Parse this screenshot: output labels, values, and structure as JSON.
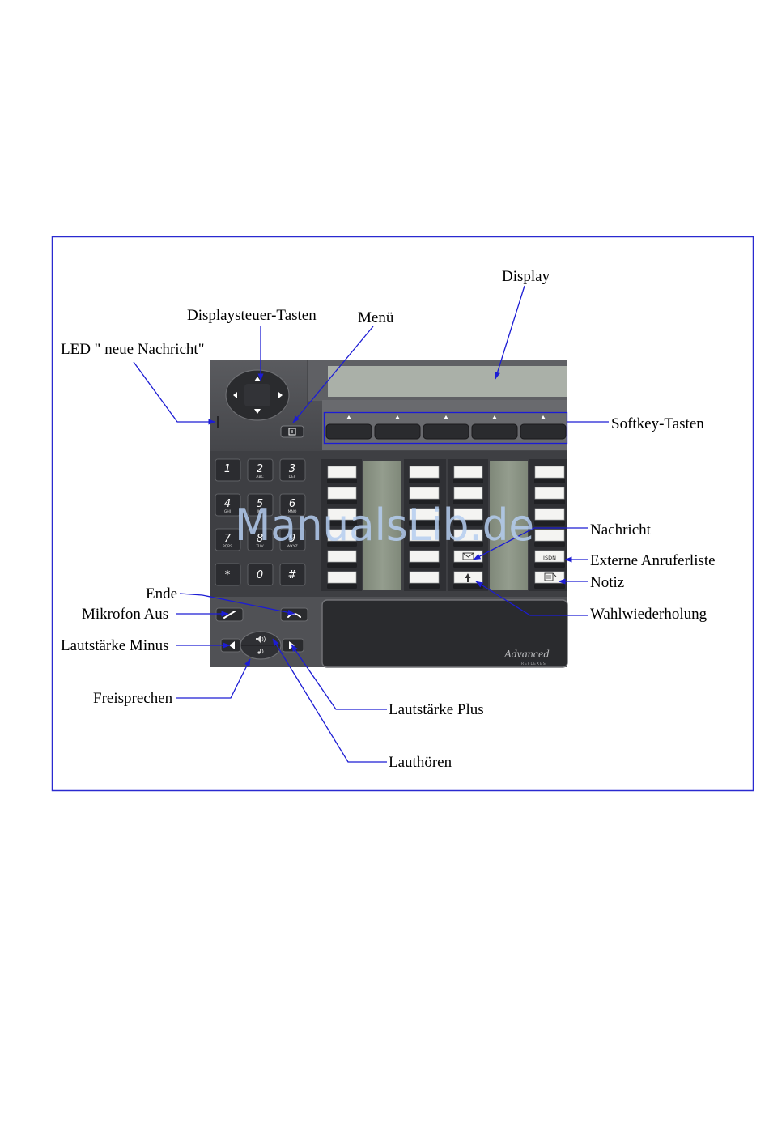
{
  "labels": {
    "display": "Display",
    "nav_keys": "Displaysteuer-Tasten",
    "menu": "Menü",
    "led": "LED \" neue Nachricht\"",
    "softkeys": "Softkey-Tasten",
    "message": "Nachricht",
    "external_call_list": "Externe Anruferliste",
    "note": "Notiz",
    "redial": "Wahlwiederholung",
    "end": "Ende",
    "mic_off": "Mikrofon Aus",
    "volume_minus": "Lautstärke Minus",
    "handsfree": "Freisprechen",
    "volume_plus": "Lautstärke Plus",
    "loudspeaker": "Lauthören"
  },
  "keypad": [
    {
      "digit": "1",
      "letters": ""
    },
    {
      "digit": "2",
      "letters": "ABC"
    },
    {
      "digit": "3",
      "letters": "DEF"
    },
    {
      "digit": "4",
      "letters": "GHI"
    },
    {
      "digit": "5",
      "letters": "JKL"
    },
    {
      "digit": "6",
      "letters": "MNO"
    },
    {
      "digit": "7",
      "letters": "PQRS"
    },
    {
      "digit": "8",
      "letters": "TUV"
    },
    {
      "digit": "9",
      "letters": "WXYZ"
    },
    {
      "digit": "*",
      "letters": ""
    },
    {
      "digit": "0",
      "letters": ""
    },
    {
      "digit": "#",
      "letters": ""
    }
  ],
  "function_keys": {
    "isdn": "ISDN"
  },
  "brand": {
    "name": "Advanced",
    "line": "REFLEXES"
  },
  "watermark": "ManualsLib.de",
  "icons": [
    "navigation-arrows-icon",
    "menu-icon",
    "envelope-icon",
    "redial-arrow-icon",
    "note-icon",
    "handset-icon",
    "hangup-icon",
    "speaker-icon"
  ],
  "colors": {
    "annotation": "#1c1cd4",
    "frame": "#2a2ad0",
    "watermark": "#b4ccf0",
    "phone_body": "#45464a",
    "display_screen": "#aab0a8"
  }
}
